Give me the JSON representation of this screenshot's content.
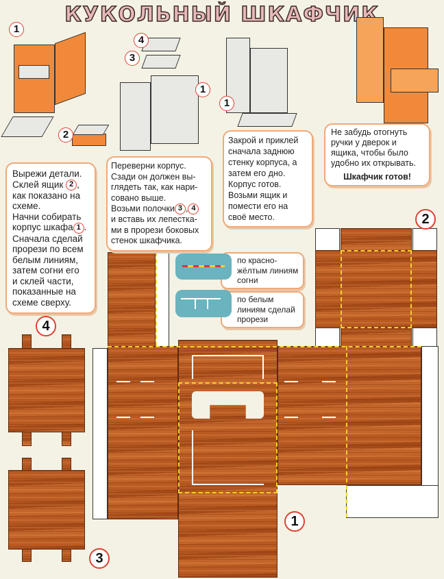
{
  "title": "КУКОЛЬНЫЙ ШКАФЧИК",
  "steps": {
    "a": [
      "Вырежи детали.",
      "Склей ящик",
      "как показано на",
      "схеме.",
      "Начни собирать",
      "корпус шкафа",
      "Сначала сделай",
      "прорези по всем",
      "белым линиям,",
      "затем согни его",
      "и склей части,",
      "показанные на",
      "схеме сверху."
    ],
    "b": [
      "Переверни корпус.",
      "Сзади он должен вы-",
      "глядеть так, как нари-",
      "совано выше.",
      "Возьми полочки",
      "и вставь их лепестка-",
      "ми в прорези боковых",
      "стенок шкафчика."
    ],
    "c": [
      "Закрой и приклей",
      "сначала заднюю",
      "стенку корпуса, а",
      "затем его дно.",
      "Корпус готов.",
      "Возьми ящик и",
      "помести его на",
      "своё место."
    ],
    "d": [
      "Не забудь отогнуть",
      "ручки у дверок и",
      "ящика, чтобы было",
      "удобно их открывать."
    ],
    "d_bold": "Шкафчик готов!"
  },
  "legend": {
    "fold": "по красно-жёлтым линиям согни",
    "cut": "по белым линиям сделай прорези"
  },
  "labels": {
    "p1": "1",
    "p2": "2",
    "p3": "3",
    "p4": "4"
  },
  "colors": {
    "background": "#f4f2e4",
    "orange": "#f08a3a",
    "wood": "#b85a22",
    "teal": "#6ab3bf",
    "fold_line": "#f5d030"
  }
}
